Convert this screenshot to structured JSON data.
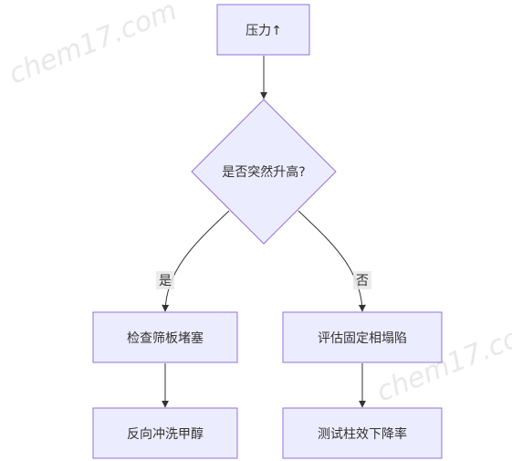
{
  "nodes": {
    "pressure": "压力↑",
    "decision": "是否突然升高?",
    "check_frit": "检查筛板堵塞",
    "backflush": "反向冲洗甲醇",
    "eval_phase": "评估固定相塌陷",
    "test_efficiency": "测试柱效下降率"
  },
  "edges": {
    "yes_label": "是",
    "no_label": "否"
  },
  "watermark": {
    "top": "chem17.com",
    "bottom": "chem17.com"
  }
}
